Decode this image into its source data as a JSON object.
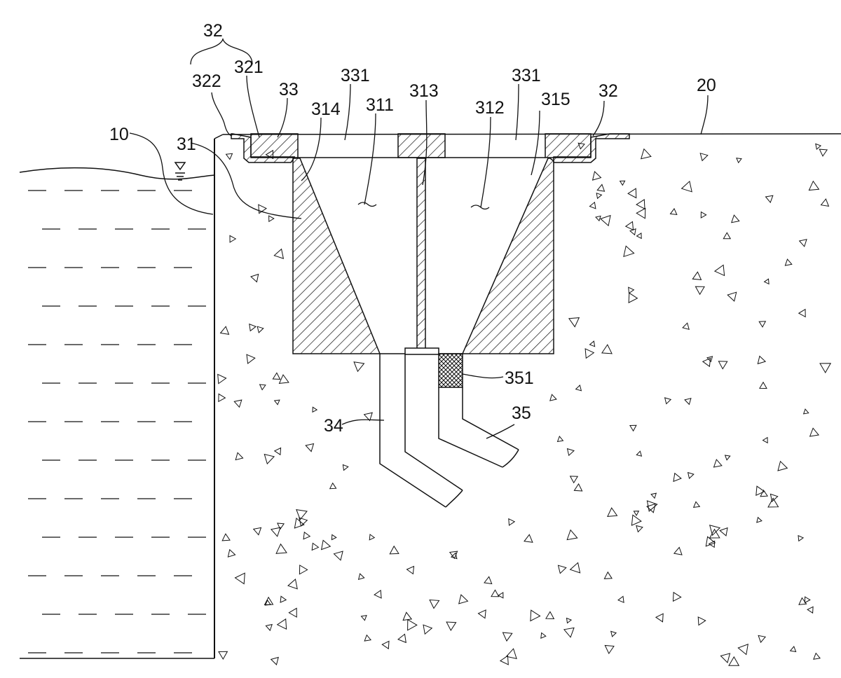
{
  "figure": {
    "labels": {
      "l32_top": "32",
      "l321": "321",
      "l322": "322",
      "l33": "33",
      "l331_a": "331",
      "l331_b": "331",
      "l313": "313",
      "l314": "314",
      "l311": "311",
      "l312": "312",
      "l315": "315",
      "l32_right": "32",
      "l20": "20",
      "l10": "10",
      "l31": "31",
      "l351": "351",
      "l34": "34",
      "l35": "35"
    }
  },
  "colors": {
    "line": "#111111",
    "background": "#ffffff"
  },
  "icons": [
    "water-level-symbol"
  ]
}
